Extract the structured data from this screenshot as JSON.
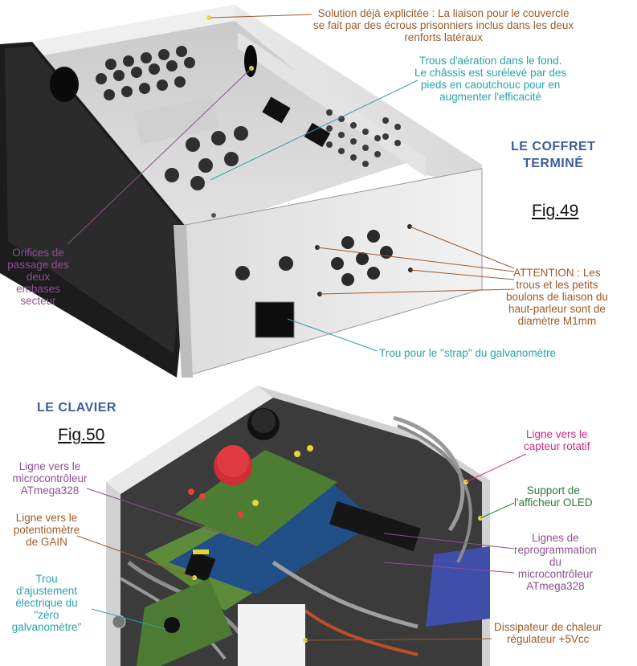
{
  "top": {
    "title_line1": "LE COFFRET",
    "title_line2": "TERMINÉ",
    "fig": "Fig.49",
    "notes": {
      "solution": [
        "Solution déjà explicitée : La liaison pour le couvercle",
        "se fait par des écrous prisonniers inclus dans les deux",
        "renforts latéraux"
      ],
      "trous_aeration": [
        "Trous d'aération dans le fond.",
        "Le châssis est surélevé par des",
        "pieds en caoutchouc pour en",
        "augmenter l'efficacité"
      ],
      "orifices": [
        "Orifices de",
        "passage des",
        "deux",
        "embases",
        "secteur"
      ],
      "attention": [
        "ATTENTION : Les",
        "trous et les petits",
        "boulons de liaison du",
        "haut-parleur sont de",
        "diamètre M1mm"
      ],
      "strap": [
        "Trou pour le \"strap\" du galvanomètre"
      ]
    }
  },
  "bottom": {
    "title": "LE CLAVIER",
    "fig": "Fig.50",
    "notes": {
      "ligne_atmega": [
        "Ligne vers le",
        "microcontrôleur",
        "ATmega328"
      ],
      "ligne_potar": [
        "Ligne vers le",
        "potentiomètre",
        "de GAIN"
      ],
      "trou_zero": [
        "Trou",
        "d'ajustement",
        "électrique du",
        "\"zéro",
        "galvanomètre\""
      ],
      "capteur": [
        "Ligne vers le",
        "capteur rotatif"
      ],
      "oled": [
        "Support de",
        "l'afficheur OLED"
      ],
      "reprog": [
        "Lignes de",
        "reprogrammation",
        "du",
        "microcontrôleur",
        "ATmega328"
      ],
      "dissipateur": [
        "Dissipateur de chaleur",
        "régulateur +5Vcc"
      ]
    }
  },
  "colors": {
    "brown": "#9c5a2a",
    "teal": "#2aa3a8",
    "purple": "#8e4f93",
    "magenta": "#d42a80",
    "green": "#2a7a3a",
    "title_blue": "#3a5d9e"
  }
}
